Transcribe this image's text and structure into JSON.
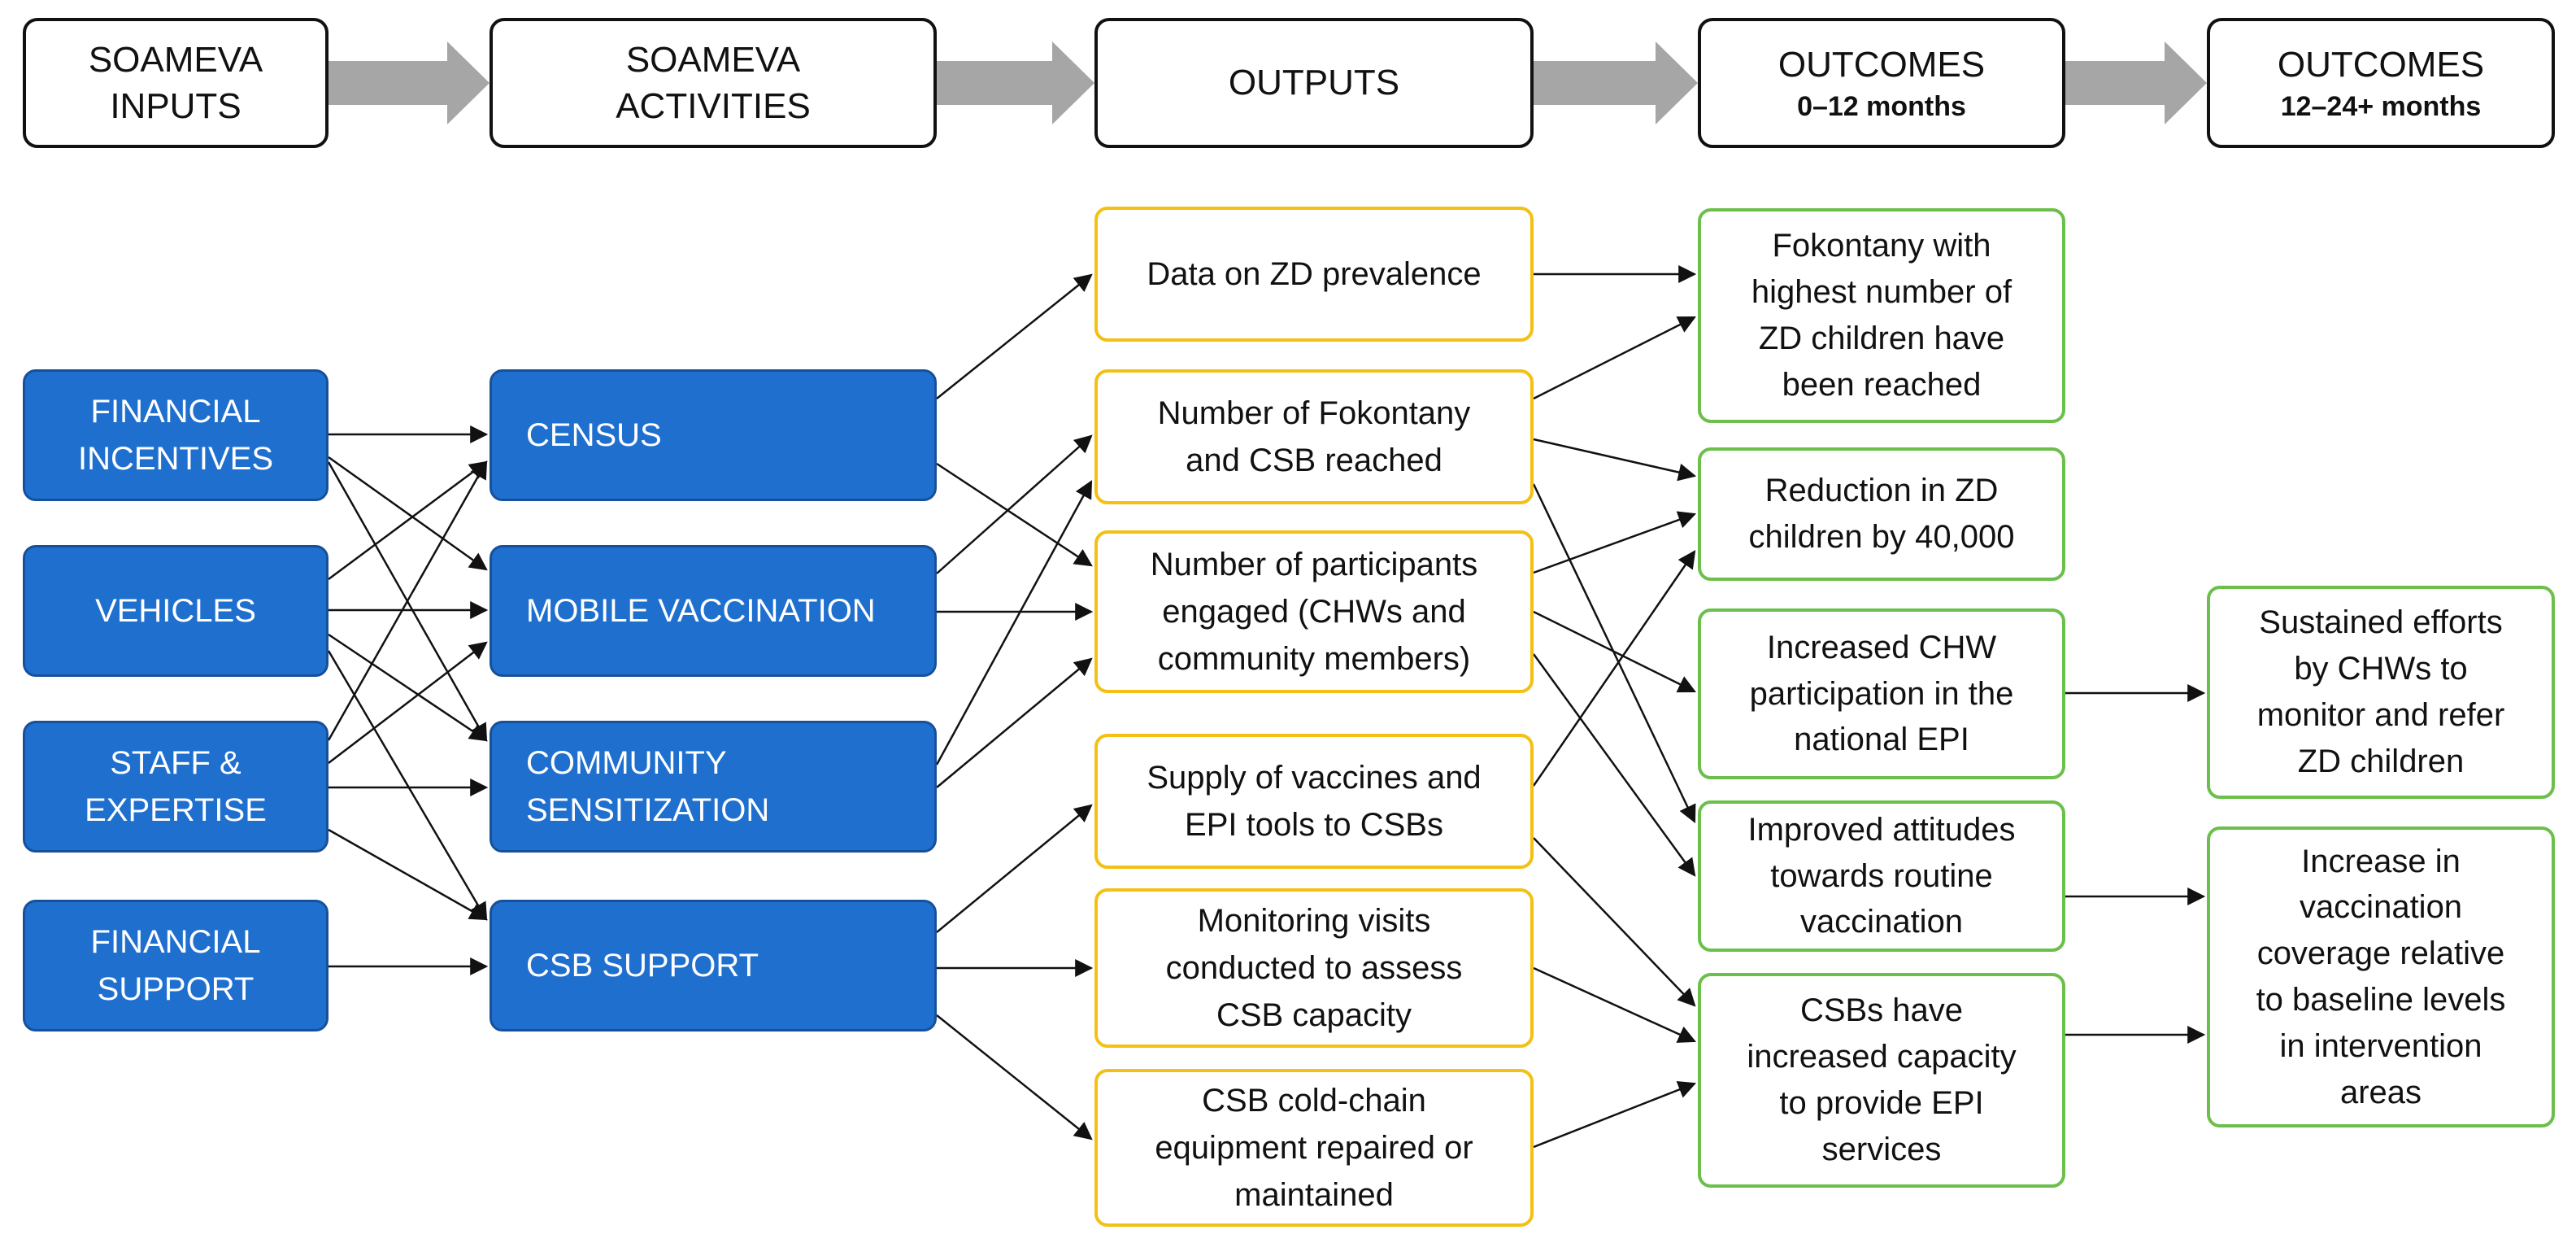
{
  "headers": {
    "inputs": [
      "SOAMEVA",
      "INPUTS"
    ],
    "activities": [
      "SOAMEVA",
      "ACTIVITIES"
    ],
    "outputs": [
      "OUTPUTS"
    ],
    "outcomes_short": {
      "title": "OUTCOMES",
      "period": "0–12 months"
    },
    "outcomes_long": {
      "title": "OUTCOMES",
      "period": "12–24+ months"
    }
  },
  "inputs": [
    [
      "FINANCIAL",
      "INCENTIVES"
    ],
    [
      "VEHICLES"
    ],
    [
      "STAFF &",
      "EXPERTISE"
    ],
    [
      "FINANCIAL",
      "SUPPORT"
    ]
  ],
  "activities": [
    [
      "CENSUS"
    ],
    [
      "MOBILE VACCINATION"
    ],
    [
      "COMMUNITY",
      "SENSITIZATION"
    ],
    [
      "CSB SUPPORT"
    ]
  ],
  "outputs": [
    [
      "Data on ZD prevalence"
    ],
    [
      "Number of Fokontany",
      "and CSB reached"
    ],
    [
      "Number of participants",
      "engaged (CHWs and",
      "community members)"
    ],
    [
      "Supply of vaccines and",
      "EPI tools to CSBs"
    ],
    [
      "Monitoring visits",
      "conducted to assess",
      "CSB capacity"
    ],
    [
      "CSB cold-chain",
      "equipment repaired or",
      "maintained"
    ]
  ],
  "outcomes_short": [
    [
      "Fokontany with",
      "highest number of",
      "ZD children have",
      "been reached"
    ],
    [
      "Reduction in ZD",
      "children by 40,000"
    ],
    [
      "Increased CHW",
      "participation in the",
      "national EPI"
    ],
    [
      "Improved attitudes",
      "towards routine",
      "vaccination"
    ],
    [
      "CSBs have",
      "increased capacity",
      "to provide EPI",
      "services"
    ]
  ],
  "outcomes_long": [
    [
      "Sustained efforts",
      "by CHWs to",
      "monitor and refer",
      "ZD children"
    ],
    [
      "Increase in",
      "vaccination",
      "coverage relative",
      "to baseline levels",
      "in intervention",
      "areas"
    ]
  ],
  "colors": {
    "input_activity_fill": "#1f6fcf",
    "output_border": "#f3c013",
    "outcome_border": "#6cbf4a",
    "header_arrow": "#a6a6a6"
  }
}
